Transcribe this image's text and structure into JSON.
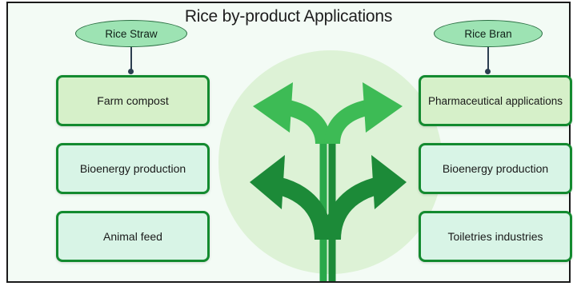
{
  "title": "Rice by-product Applications",
  "left": {
    "category": "Rice Straw",
    "items": [
      "Farm compost",
      "Bioenergy production",
      "Animal feed"
    ]
  },
  "right": {
    "category": "Rice Bran",
    "items": [
      "Pharmaceutical applications",
      "Bioenergy production",
      "Toiletries industries"
    ]
  },
  "colors": {
    "circle": "#ddf2d6",
    "arrow_light": "#3dbb55",
    "arrow_dark": "#1c8a38",
    "card_border": "#138a2f"
  },
  "icons": [
    "branching-arrows-icon"
  ]
}
